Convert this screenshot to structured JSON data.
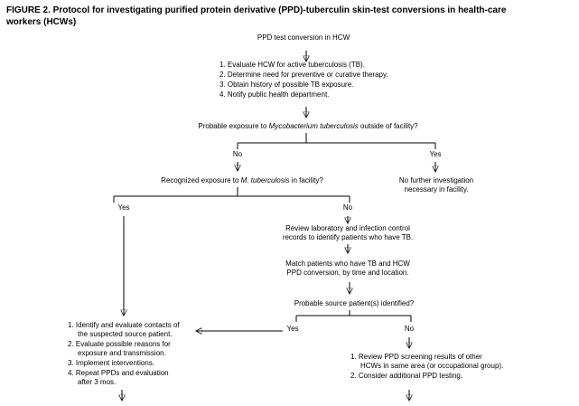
{
  "title": "FIGURE 2. Protocol for investigating purified protein derivative (PPD)-tuberculin skin-test conversions in health-care\nworkers (HCWs)",
  "nodes": {
    "start": "PPD test conversion in HCW",
    "initial_steps": [
      "1. Evaluate HCW for active tuberculosis (TB).",
      "2. Determine need for preventive or curative therapy.",
      "3. Obtain history of possible TB exposure.",
      "4. Notify public health department."
    ],
    "q_outside_exposure": {
      "pre": "Probable exposure to ",
      "italic": "Mycobacterium tuberculosis",
      "post": " outside of facility?"
    },
    "q_facility_exposure": {
      "pre": "Recognized exposure to ",
      "italic": "M. tuberculosis",
      "post": " in facility?"
    },
    "no_further_investigation": "No further investigation\nnecessary in facility.",
    "review_records": "Review laboratory and infection control\nrecords to identify patients who have TB.",
    "match_patients": "Match patients who have TB and HCW\nPPD conversion, by time and location.",
    "q_source_patient": "Probable source patient(s) identified?",
    "source_yes_steps": [
      "1. Identify and evaluate contacts of\nthe suspected source patient.",
      "2. Evaluate possible reasons for\nexposure and transmission.",
      "3. Implement interventions.",
      "4. Repeat PPDs and evaluation\nafter 3 mos."
    ],
    "source_no_steps": [
      "1. Review PPD screening results of other\nHCWs in same area (or occupational group).",
      "2. Consider additional PPD testing."
    ]
  },
  "branch_labels": {
    "outside_no": "No",
    "outside_yes": "Yes",
    "facility_yes": "Yes",
    "facility_no": "No",
    "source_yes": "Yes",
    "source_no": "No"
  },
  "colors": {
    "line": "#000000",
    "text": "#000000",
    "background": "#ffffff"
  }
}
